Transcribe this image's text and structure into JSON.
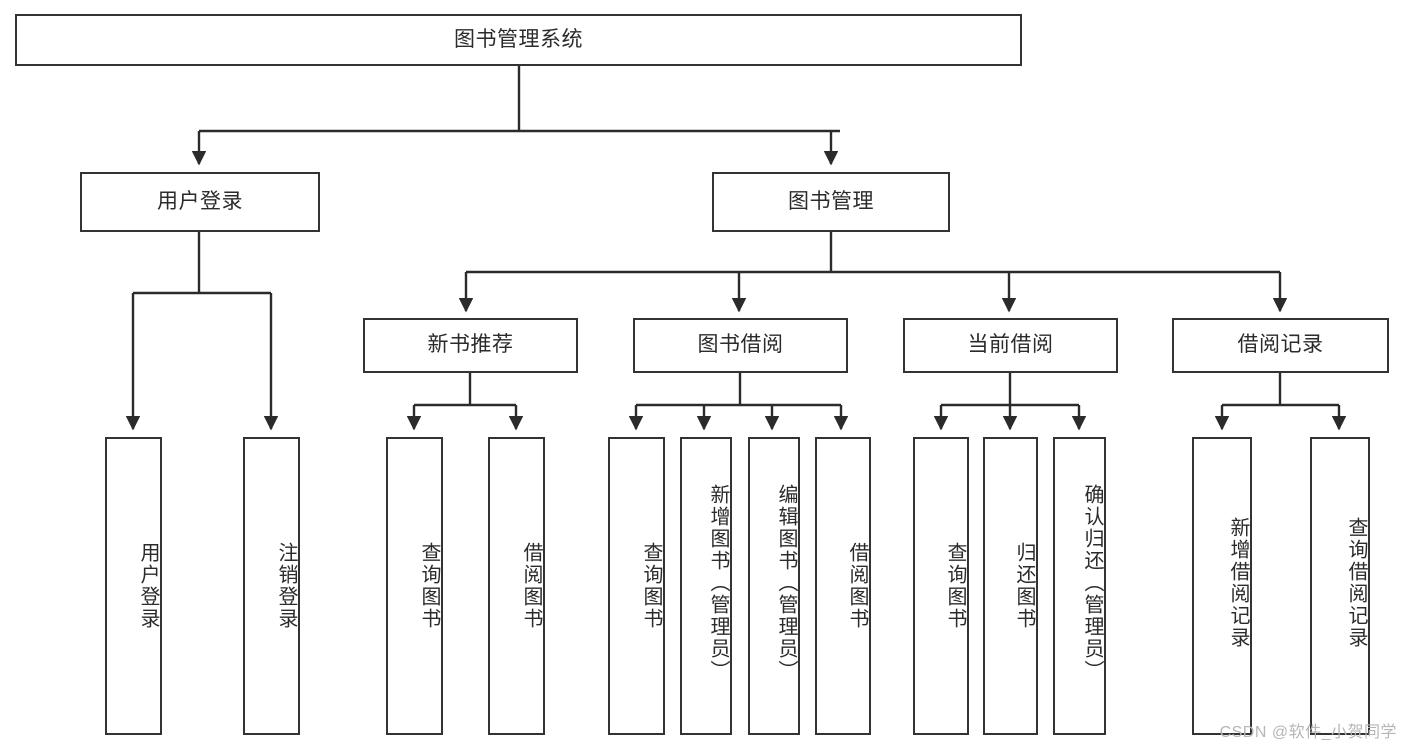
{
  "diagram": {
    "type": "tree-hierarchy",
    "title": "图书管理系统",
    "root": {
      "id": "root",
      "label": "图书管理系统"
    },
    "level1": [
      {
        "id": "user-login",
        "label": "用户登录"
      },
      {
        "id": "book-manage",
        "label": "图书管理"
      }
    ],
    "level2": [
      {
        "id": "new-book-rec",
        "label": "新书推荐",
        "parent": "book-manage"
      },
      {
        "id": "book-borrow",
        "label": "图书借阅",
        "parent": "book-manage"
      },
      {
        "id": "current-borrow",
        "label": "当前借阅",
        "parent": "book-manage"
      },
      {
        "id": "borrow-record",
        "label": "借阅记录",
        "parent": "book-manage"
      }
    ],
    "leaves": [
      {
        "id": "leaf-user-login",
        "label": "用户登录",
        "parent": "user-login"
      },
      {
        "id": "leaf-logout",
        "label": "注销登录",
        "parent": "user-login"
      },
      {
        "id": "leaf-query-book-1",
        "label": "查询图书",
        "parent": "new-book-rec"
      },
      {
        "id": "leaf-borrow-book-1",
        "label": "借阅图书",
        "parent": "new-book-rec"
      },
      {
        "id": "leaf-query-book-2",
        "label": "查询图书",
        "parent": "book-borrow"
      },
      {
        "id": "leaf-add-book",
        "label": "新增图书（管理员）",
        "parent": "book-borrow"
      },
      {
        "id": "leaf-edit-book",
        "label": "编辑图书（管理员）",
        "parent": "book-borrow"
      },
      {
        "id": "leaf-borrow-book-2",
        "label": "借阅图书",
        "parent": "book-borrow"
      },
      {
        "id": "leaf-query-book-3",
        "label": "查询图书",
        "parent": "current-borrow"
      },
      {
        "id": "leaf-return-book",
        "label": "归还图书",
        "parent": "current-borrow"
      },
      {
        "id": "leaf-confirm-return",
        "label": "确认归还（管理员）",
        "parent": "current-borrow"
      },
      {
        "id": "leaf-add-record",
        "label": "新增借阅记录",
        "parent": "borrow-record"
      },
      {
        "id": "leaf-query-record",
        "label": "查询借阅记录",
        "parent": "borrow-record"
      }
    ],
    "colors": {
      "border": "#333333",
      "text": "#2b2b2b",
      "background": "#ffffff",
      "connector": "#2b2b2b",
      "watermark": "#b6b6b6"
    }
  },
  "watermark": {
    "text": "CSDN @软件_小贺同学"
  }
}
